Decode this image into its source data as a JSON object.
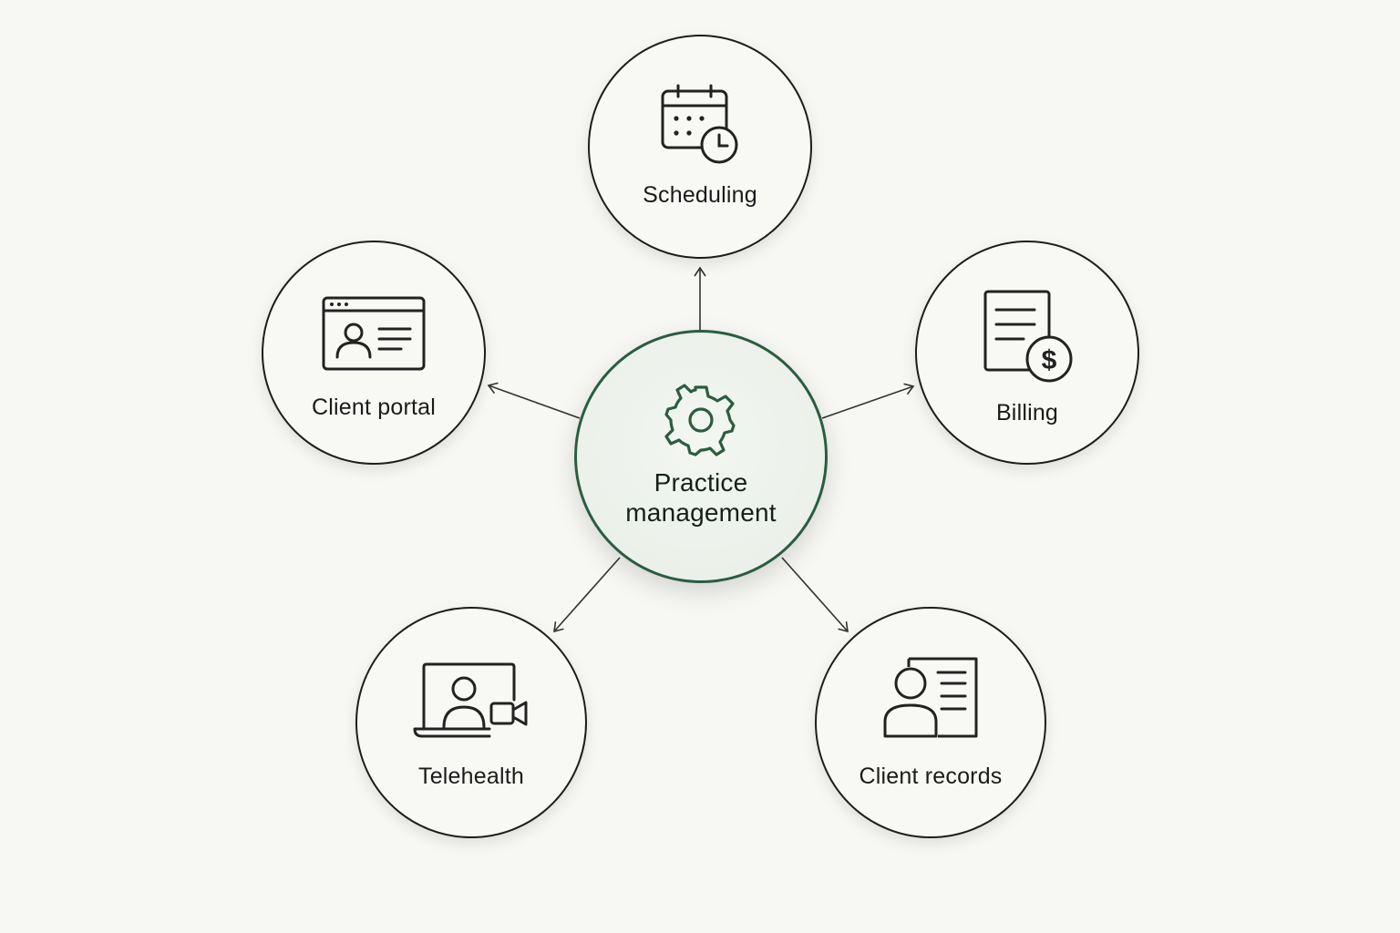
{
  "hub": {
    "label_line1": "Practice",
    "label_line2": "management",
    "icon": "gear-icon",
    "accent_color": "#2a5d3e"
  },
  "nodes": {
    "scheduling": {
      "label": "Scheduling",
      "icon": "calendar-clock-icon"
    },
    "client_portal": {
      "label": "Client portal",
      "icon": "browser-profile-icon"
    },
    "billing": {
      "label": "Billing",
      "icon": "invoice-dollar-icon"
    },
    "telehealth": {
      "label": "Telehealth",
      "icon": "laptop-video-icon"
    },
    "client_records": {
      "label": "Client records",
      "icon": "id-card-icon"
    }
  }
}
